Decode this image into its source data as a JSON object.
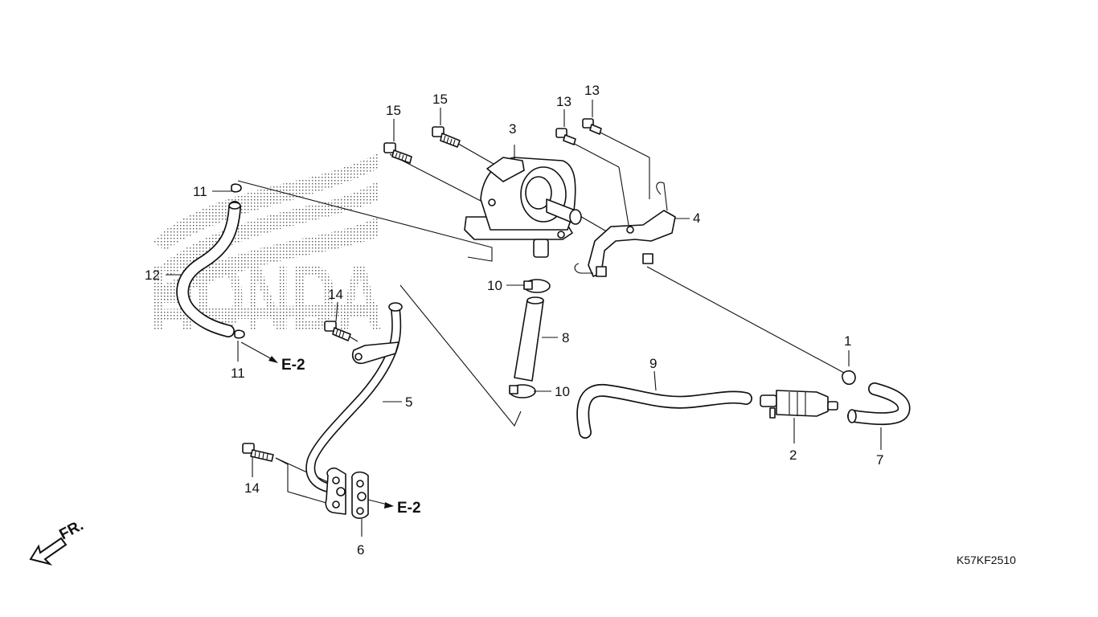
{
  "diagram": {
    "code": "K57KF2510",
    "front_mark": "FR.",
    "callouts": [
      {
        "id": "c1",
        "text": "1"
      },
      {
        "id": "c2",
        "text": "2"
      },
      {
        "id": "c3",
        "text": "3"
      },
      {
        "id": "c4",
        "text": "4"
      },
      {
        "id": "c5",
        "text": "5"
      },
      {
        "id": "c6",
        "text": "6"
      },
      {
        "id": "c7",
        "text": "7"
      },
      {
        "id": "c8",
        "text": "8"
      },
      {
        "id": "c9",
        "text": "9"
      },
      {
        "id": "c10a",
        "text": "10"
      },
      {
        "id": "c10b",
        "text": "10"
      },
      {
        "id": "c11a",
        "text": "11"
      },
      {
        "id": "c11b",
        "text": "11"
      },
      {
        "id": "c12",
        "text": "12"
      },
      {
        "id": "c13a",
        "text": "13"
      },
      {
        "id": "c13b",
        "text": "13"
      },
      {
        "id": "c14a",
        "text": "14"
      },
      {
        "id": "c14b",
        "text": "14"
      },
      {
        "id": "c15a",
        "text": "15"
      },
      {
        "id": "c15b",
        "text": "15"
      }
    ],
    "refs": [
      {
        "id": "ref1",
        "text": "E-2"
      },
      {
        "id": "ref2",
        "text": "E-2"
      }
    ]
  }
}
